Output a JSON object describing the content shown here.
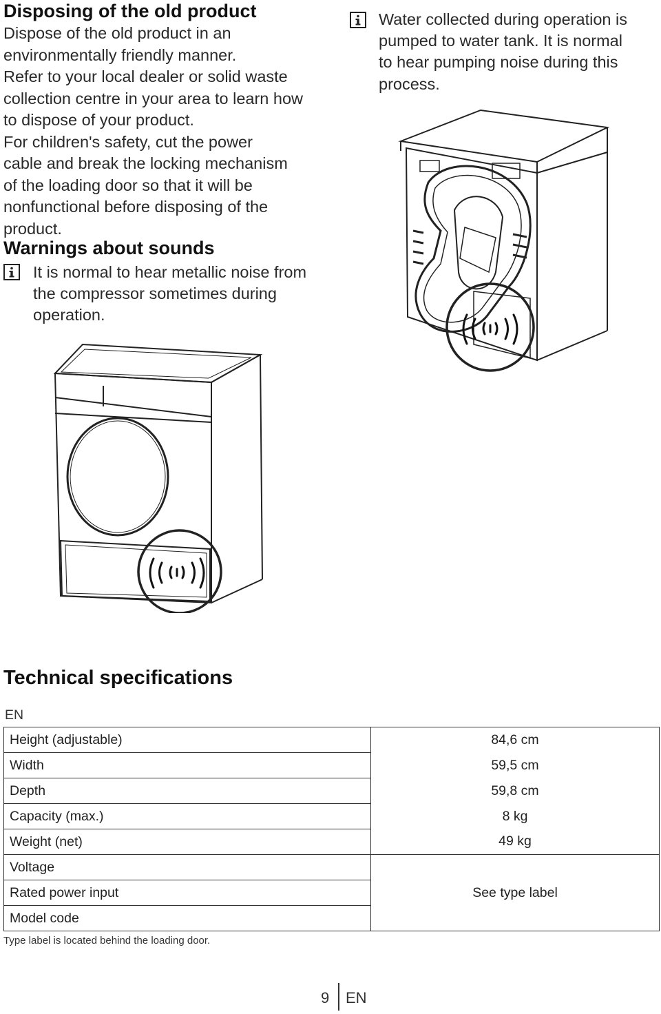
{
  "disposing": {
    "title": "Disposing of the old product",
    "lines": [
      "Dispose of the old product in an",
      "environmentally friendly manner.",
      "Refer to your local dealer or solid waste",
      "collection centre in your area to learn how",
      "to dispose of your product.",
      "For children's safety, cut the power",
      "cable and break the locking mechanism",
      "of the loading door so that it will be",
      "nonfunctional before disposing of the",
      "product."
    ]
  },
  "sounds": {
    "title": "Warnings about sounds",
    "note_lines": [
      "It is normal to hear metallic noise from",
      "the compressor sometimes during",
      "operation."
    ]
  },
  "pump_note": {
    "lines": [
      "Water collected during operation is",
      "pumped to water tank. It is normal",
      "to hear pumping noise during this",
      "process."
    ]
  },
  "tech": {
    "title": "Technical specifications",
    "lang": "EN",
    "rows": [
      {
        "label": "Height (adjustable)",
        "value": "84,6 cm"
      },
      {
        "label": "Width",
        "value": "59,5 cm"
      },
      {
        "label": "Depth",
        "value": "59,8 cm"
      },
      {
        "label": "Capacity (max.)",
        "value": "8 kg"
      },
      {
        "label": "Weight (net)",
        "value": "49 kg"
      },
      {
        "label": "Voltage",
        "value": ""
      },
      {
        "label": "Rated power input",
        "value": "See type label"
      },
      {
        "label": "Model code",
        "value": ""
      }
    ],
    "footnote": "Type label is located behind the loading door."
  },
  "footer": {
    "page_number": "9",
    "lang": "EN"
  },
  "icons": {
    "info": "info-icon",
    "sound": "sound-waves-icon"
  },
  "colors": {
    "text": "#2a2a2a",
    "line": "#333333"
  }
}
